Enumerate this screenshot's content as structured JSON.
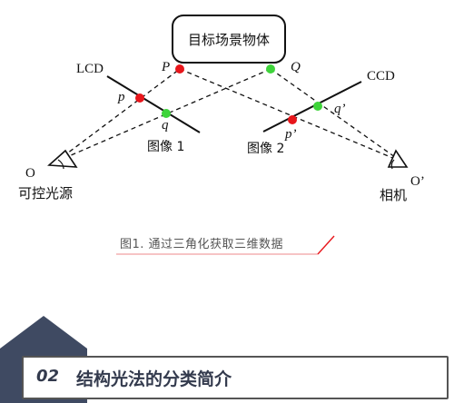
{
  "diagram": {
    "target_label": "目标场景物体",
    "point_P": "P",
    "point_Q": "Q",
    "lcd_label": "LCD",
    "ccd_label": "CCD",
    "point_p": "p",
    "point_q": "q",
    "point_q_prime": "q’",
    "point_p_prime": "p’",
    "image1_label": "图像 1",
    "image2_label": "图像 2",
    "origin_O": "O",
    "origin_O_prime": "O’",
    "light_source_label": "可控光源",
    "camera_label": "相机",
    "colors": {
      "red_point": "#e8161b",
      "green_point": "#3ed43a",
      "line": "#111111"
    }
  },
  "caption": {
    "text": "图1. 通过三角化获取三维数据",
    "accent_color": "#e8161b"
  },
  "section": {
    "number": "02",
    "title": "结构光法的分类简介",
    "shape_color": "#3f4a62"
  }
}
